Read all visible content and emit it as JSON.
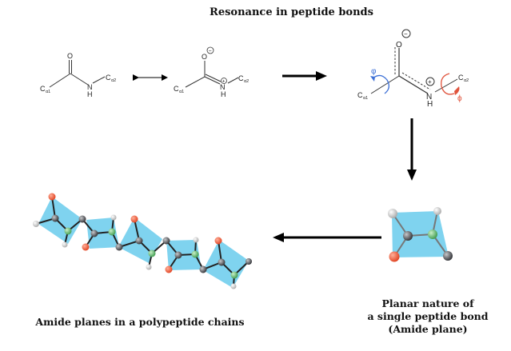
{
  "title": "Resonance in peptide bonds",
  "molecule_1": {
    "atoms": {
      "o": "O",
      "n": "N",
      "h": "H",
      "ca1": "C",
      "ca1_sub": "α1",
      "ca2": "C",
      "ca2_sub": "α2"
    }
  },
  "molecule_2": {
    "atoms": {
      "o": "O",
      "o_charge": "−",
      "n": "N",
      "n_charge": "+",
      "h": "H",
      "ca1": "C",
      "ca1_sub": "α1",
      "ca2": "C",
      "ca2_sub": "α2"
    }
  },
  "molecule_3": {
    "atoms": {
      "o": "O",
      "o_charge": "−",
      "n": "N",
      "n_charge": "+",
      "h": "H",
      "ca1": "C",
      "ca1_sub": "α1",
      "ca2": "C",
      "ca2_sub": "α2"
    },
    "angles": {
      "phi_left": "φ",
      "psi_right": "ϕ"
    },
    "colors": {
      "phi": "#3b6fd6",
      "psi": "#e0533c"
    }
  },
  "colors": {
    "plane": "#7fd3ef",
    "oxygen": "#e8502f",
    "nitrogen": "#5cba6a",
    "carbon": "#55575c",
    "hydrogen": "#d5d5d5",
    "bond": "#222222"
  },
  "captions": {
    "left": "Amide planes in a polypeptide chains",
    "right_line1": "Planar nature of",
    "right_line2": "a single peptide bond",
    "right_line3": "(Amide plane)"
  }
}
